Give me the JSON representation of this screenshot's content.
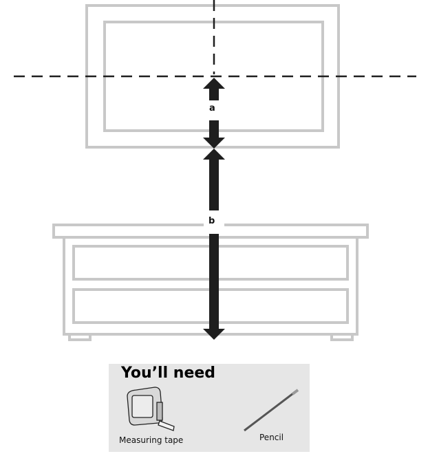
{
  "diagram": {
    "labels": {
      "a": "a",
      "b": "b"
    },
    "colors": {
      "outline": "#c8c8c8",
      "arrow": "#1e1e1e",
      "box_bg": "#e6e6e6",
      "dash": "#1e1e1e"
    }
  },
  "needs": {
    "title": "You’ll need",
    "items": [
      {
        "label": "Measuring tape",
        "icon": "measuring-tape-icon"
      },
      {
        "label": "Pencil",
        "icon": "pencil-icon"
      }
    ]
  }
}
